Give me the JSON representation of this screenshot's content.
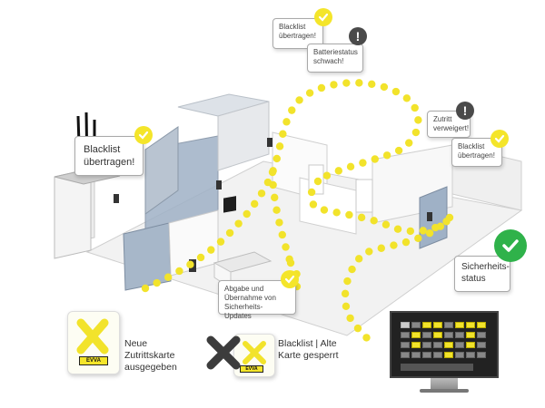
{
  "callouts": {
    "blacklist_top": "Blacklist übertragen!",
    "battery": "Batteriestatus schwach!",
    "blacklist_left": "Blacklist übertragen!",
    "access_denied": "Zutritt verweigert!",
    "blacklist_right": "Blacklist übertragen!",
    "security_updates": "Abgabe und Übernahme von Sicherheits-Updates",
    "security_status": "Sicherheits-status"
  },
  "badge_symbols": {
    "warning": "!"
  },
  "legend": {
    "new_card": "Neue Zutrittskarte ausgegeben",
    "blacklist_old": "Blacklist | Alte Karte gesperrt"
  },
  "brand": {
    "name": "EVVA"
  },
  "colors": {
    "accent_yellow": "#f4e52a",
    "status_green": "#2fb24a",
    "warning_dark": "#4a4a4a",
    "glass_blue": "#9fb1c6"
  },
  "icons": [
    "check-icon",
    "exclamation-icon",
    "x-cross-icon"
  ]
}
